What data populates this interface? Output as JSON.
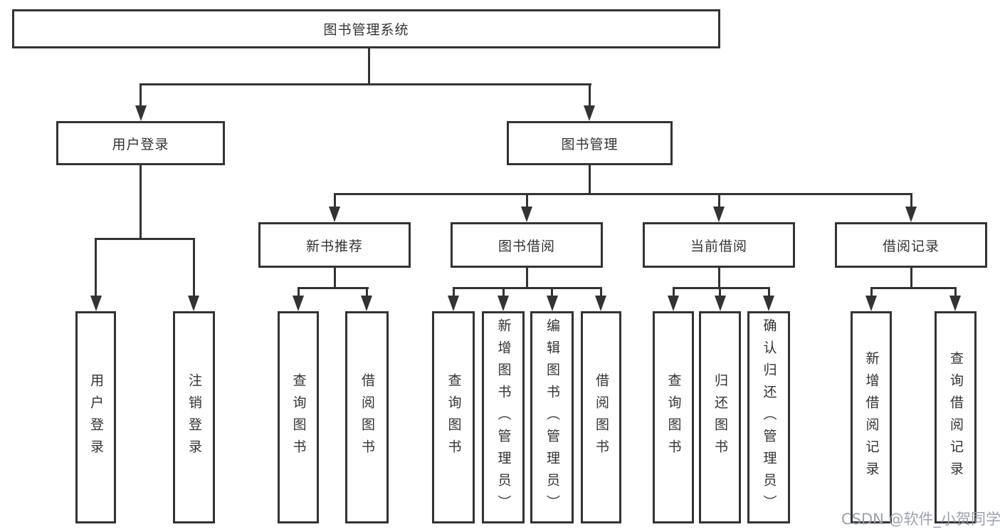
{
  "colors": {
    "line": "#333333",
    "text": "#333333",
    "box_background": "#ffffff",
    "watermark": "#989ca5"
  },
  "watermark": {
    "text": "CSDN @软件_小贺同学"
  },
  "nodes": {
    "root": {
      "label": "图书管理系统"
    },
    "user_login": {
      "label": "用户登录"
    },
    "book_mgmt": {
      "label": "图书管理"
    },
    "new_book_rec": {
      "label": "新书推荐"
    },
    "book_borrow": {
      "label": "图书借阅"
    },
    "current_borrow": {
      "label": "当前借阅"
    },
    "borrow_record": {
      "label": "借阅记录"
    },
    "leaf_user_login": {
      "label": "用户登录"
    },
    "leaf_logout": {
      "label": "注销登录"
    },
    "leaf_rec_query_book": {
      "label": "查询图书"
    },
    "leaf_rec_borrow_book": {
      "label": "借阅图书"
    },
    "leaf_borrow_query_book": {
      "label": "查询图书"
    },
    "leaf_borrow_add_book": {
      "label": "新增图书（管理员）"
    },
    "leaf_borrow_edit_book": {
      "label": "编辑图书（管理员）"
    },
    "leaf_borrow_borrow_book": {
      "label": "借阅图书"
    },
    "leaf_current_query_book": {
      "label": "查询图书"
    },
    "leaf_current_return_book": {
      "label": "归还图书"
    },
    "leaf_current_confirm_return": {
      "label": "确认归还（管理员）"
    },
    "leaf_record_add": {
      "label": "新增借阅记录"
    },
    "leaf_record_query": {
      "label": "查询借阅记录"
    }
  }
}
